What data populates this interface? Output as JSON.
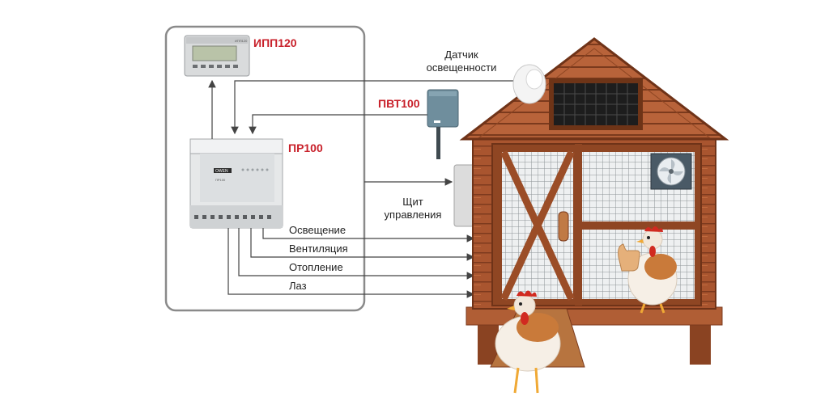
{
  "devices": {
    "ipp": "ИПП120",
    "pvt": "ПВТ100",
    "pr": "ПР100",
    "pr_brand": "OWEN",
    "pr_model": "ПР100",
    "ipp_model": "ИПП120"
  },
  "sensor_label": {
    "line1": "Датчик",
    "line2": "освещенности"
  },
  "panel_label": {
    "line1": "Щит",
    "line2": "управления"
  },
  "outputs": [
    "Освещение",
    "Вентиляция",
    "Отопление",
    "Лаз"
  ],
  "colors": {
    "accent": "#c8202a",
    "frame": "#8a8a8a",
    "wood": "#a0522d",
    "line": "#444444"
  }
}
